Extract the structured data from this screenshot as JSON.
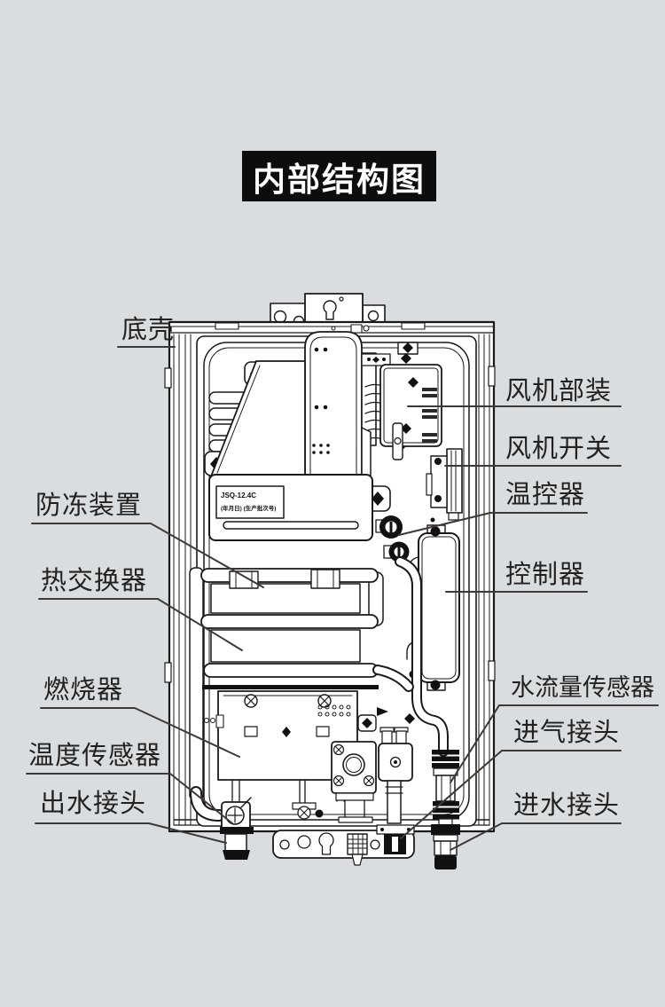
{
  "title": {
    "text": "内部结构图"
  },
  "colors": {
    "background": "#d9dde0",
    "title_bg": "#0d0d0d",
    "title_text": "#ffffff",
    "leader_line": "#3f3936",
    "ink": "#1a1a1a"
  },
  "nameplate": {
    "line1": "JSQ-12.4C",
    "line2": "(年月日) (生产批次号)"
  },
  "labels": {
    "left": [
      {
        "id": "bottom-shell",
        "text": "底壳"
      },
      {
        "id": "antifreeze-device",
        "text": "防冻装置"
      },
      {
        "id": "heat-exchanger",
        "text": "热交换器"
      },
      {
        "id": "burner",
        "text": "燃烧器"
      },
      {
        "id": "temperature-sensor",
        "text": "温度传感器"
      },
      {
        "id": "water-outlet",
        "text": "出水接头"
      }
    ],
    "right": [
      {
        "id": "fan-assembly",
        "text": "风机部装"
      },
      {
        "id": "fan-switch",
        "text": "风机开关"
      },
      {
        "id": "thermostat",
        "text": "温控器"
      },
      {
        "id": "controller",
        "text": "控制器"
      },
      {
        "id": "water-flow-sensor",
        "text": "水流量传感器"
      },
      {
        "id": "gas-inlet",
        "text": "进气接头"
      },
      {
        "id": "water-inlet",
        "text": "进水接头"
      }
    ]
  }
}
